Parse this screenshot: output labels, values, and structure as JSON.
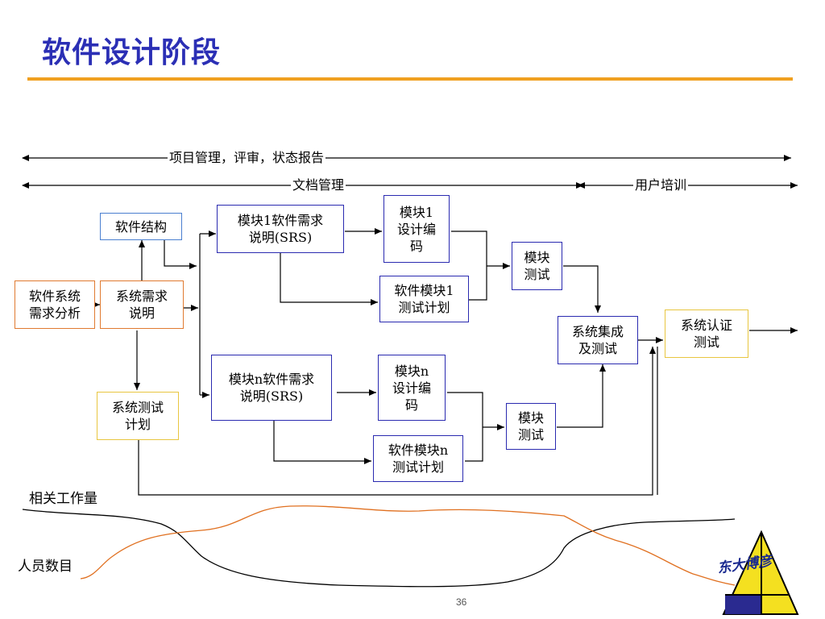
{
  "title": "软件设计阶段",
  "spans": {
    "project_mgmt": "项目管理，评审，状态报告",
    "doc_mgmt": "文档管理",
    "user_training": "用户培训"
  },
  "boxes": {
    "software_structure": "软件结构",
    "requirements_analysis": "软件系统\n需求分析",
    "system_requirements": "系统需求\n说明",
    "system_test_plan": "系统测试\n计划",
    "module1_srs": "模块1软件需求\n说明(SRS)",
    "module1_design": "模块1\n设计编\n码",
    "module1_test_plan": "软件模块1\n测试计划",
    "module1_test": "模块\n测试",
    "modulen_srs": "模块n软件需求\n说明(SRS)",
    "modulen_design": "模块n\n设计编\n码",
    "modulen_test_plan": "软件模块n\n测试计划",
    "modulen_test": "模块\n测试",
    "integration": "系统集成\n及测试",
    "certification": "系统认证\n测试"
  },
  "curves": {
    "workload_label": "相关工作量",
    "staff_label": "人员数目"
  },
  "colors": {
    "title": "#2b2fb5",
    "rule": "#f0a020",
    "workload_curve": "#000000",
    "staff_curve": "#e07020"
  },
  "logo_text": "东大博彦",
  "page_number": "36"
}
